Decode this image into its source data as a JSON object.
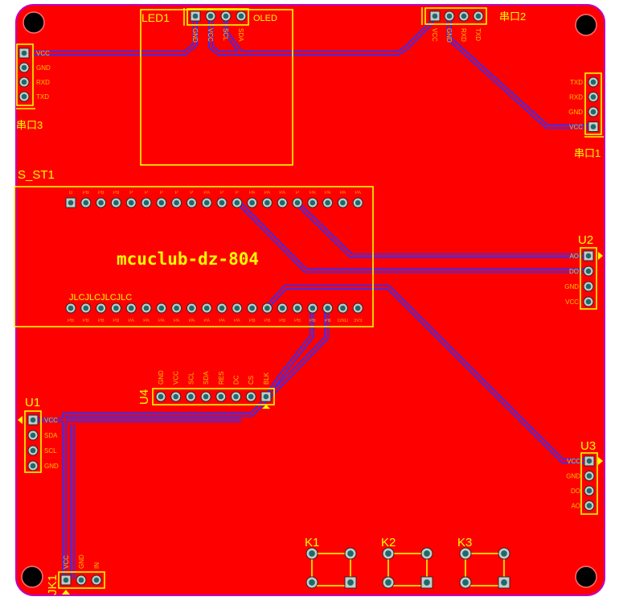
{
  "colors": {
    "board": "#ff0000",
    "edge": "#c000c0",
    "silk": "#ffff00",
    "trace": "#3030ff",
    "pad_ring": "#c8c8c8",
    "pad_hole": "#1b6b6b",
    "mount_hole": "#000000"
  },
  "board_title": "mcuclub-dz-804",
  "designators": {
    "led1": "LED1",
    "oled": "OLED",
    "uart2": "串口2",
    "uart3": "串口3",
    "uart1": "串口1",
    "s_st1": "S_ST1",
    "u2": "U2",
    "u4": "U4",
    "u1": "U1",
    "u3": "U3",
    "jk1": "JK1",
    "k1": "K1",
    "k2": "K2",
    "k3": "K3"
  },
  "jlc_marker": "JLCJLCJLCJLC",
  "pins": {
    "led1": [
      "GND",
      "VCC",
      "SCL",
      "SDA"
    ],
    "uart2": [
      "VCC",
      "GND",
      "RXD",
      "TXD"
    ],
    "uart3": [
      "VCC",
      "GND",
      "RXD",
      "TXD"
    ],
    "uart1": [
      "TXD",
      "RXD",
      "GND",
      "VCC"
    ],
    "u2": [
      "AO",
      "DO",
      "GND",
      "VCC"
    ],
    "u1": [
      "VCC",
      "SDA",
      "SCL",
      "GND"
    ],
    "u3": [
      "VCC",
      "GND",
      "DO",
      "AO"
    ],
    "u4": [
      "GND",
      "VCC",
      "SCL",
      "SDA",
      "RES",
      "DC",
      "CS",
      "BLK"
    ],
    "jk1": [
      "VCC",
      "GND",
      "IN"
    ]
  },
  "header_top_labels": [
    "G",
    "PB",
    "PB",
    "PB",
    "P",
    "P",
    "P",
    "P",
    "P",
    "PA",
    "P",
    "P",
    "PA",
    "PA",
    "PA",
    "P",
    "PA",
    "PA",
    "PA",
    "PA"
  ],
  "header_bottom_labels": [
    "PB",
    "PB",
    "PB",
    "PB",
    "PA",
    "PA",
    "PA",
    "PA",
    "PA",
    "PA",
    "PA",
    "PA",
    "PB",
    "PB",
    "PB",
    "PB",
    "PB",
    "PB",
    "GND",
    "3V3"
  ]
}
